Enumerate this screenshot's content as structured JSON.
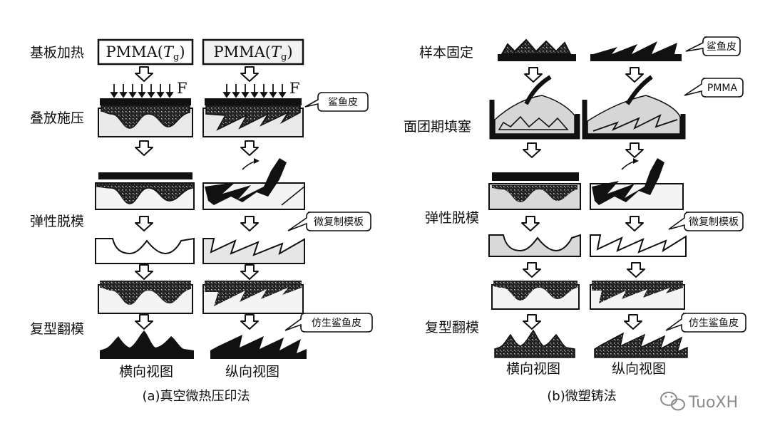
{
  "panel_a": {
    "steps": [
      "基板加热",
      "叠放施压",
      "弹性脱模",
      "复型翻模"
    ],
    "box_text_prefix": "PMMA(",
    "box_text_T": "T",
    "box_text_sub": "g",
    "box_text_suffix": ")",
    "force_label": "F",
    "callout_shark_skin": "鲨鱼皮",
    "callout_template": "微复制模板",
    "callout_bionic": "仿生鲨鱼皮",
    "view_transverse": "横向视图",
    "view_longitudinal": "纵向视图",
    "caption": "(a)真空微热压印法"
  },
  "panel_b": {
    "steps": [
      "样本固定",
      "面团期填塞",
      "弹性脱模",
      "复型翻模"
    ],
    "callout_shark_skin": "鲨鱼皮",
    "callout_pmma": "PMMA",
    "callout_template": "微复制模板",
    "callout_bionic": "仿生鲨鱼皮",
    "view_transverse": "横向视图",
    "view_longitudinal": "纵向视图",
    "caption": "(b)微塑铸法"
  },
  "watermark": "TuoXH",
  "colors": {
    "ink": "#111111",
    "light_fill": "#e6e6e6",
    "mid_fill": "#cfcfcf",
    "watermark": "#8a8a8a"
  }
}
